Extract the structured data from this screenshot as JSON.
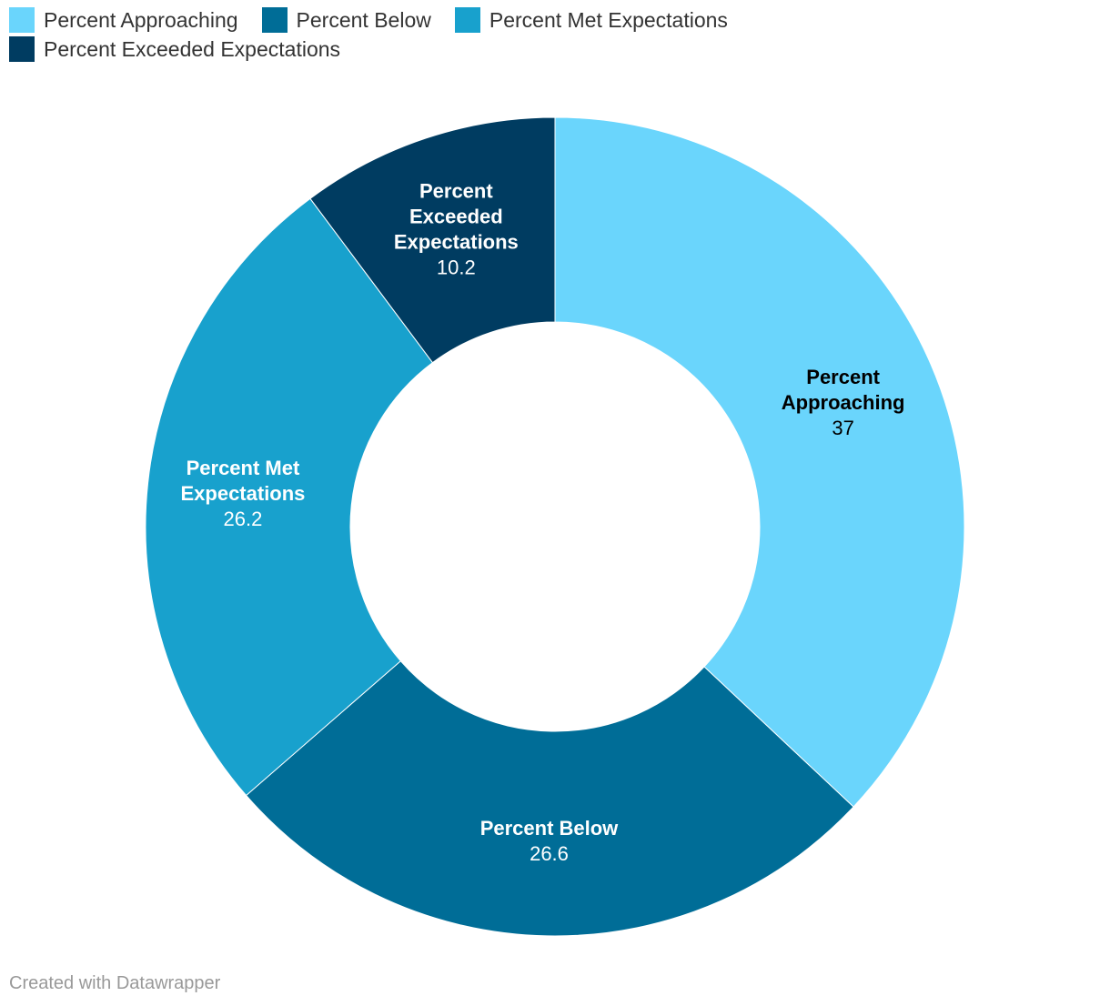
{
  "chart_data": {
    "type": "pie",
    "donut": true,
    "categories": [
      "Percent Approaching",
      "Percent Below",
      "Percent Met Expectations",
      "Percent Exceeded Expectations"
    ],
    "values": [
      37,
      26.6,
      26.2,
      10.2
    ],
    "value_labels": [
      "37",
      "26.6",
      "26.2",
      "10.2"
    ],
    "colors": [
      "#6ad5fc",
      "#006d97",
      "#18a1cd",
      "#003c61"
    ],
    "label_colors": [
      "#000000",
      "#ffffff",
      "#ffffff",
      "#ffffff"
    ],
    "slice_label_lines": [
      [
        "Percent",
        "Approaching"
      ],
      [
        "Percent Below"
      ],
      [
        "Percent Met",
        "Expectations"
      ],
      [
        "Percent",
        "Exceeded",
        "Expectations"
      ]
    ],
    "legend_placement": "top-left",
    "legend": [
      {
        "label": "Percent Approaching",
        "color": "#6ad5fc"
      },
      {
        "label": "Percent Below",
        "color": "#006d97"
      },
      {
        "label": "Percent Met Expectations",
        "color": "#18a1cd"
      },
      {
        "label": "Percent Exceeded Expectations",
        "color": "#003c61"
      }
    ]
  },
  "footer": {
    "credit": "Created with Datawrapper"
  }
}
